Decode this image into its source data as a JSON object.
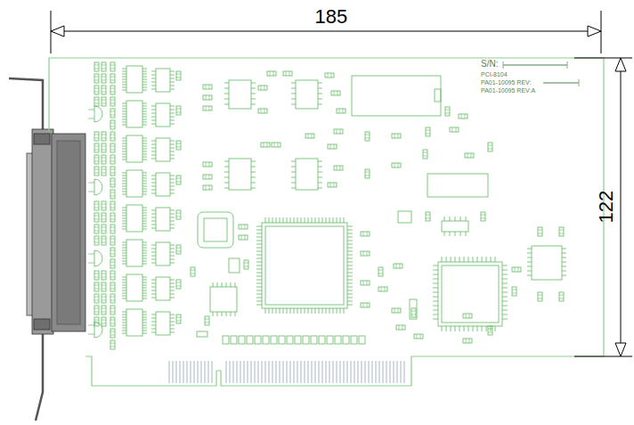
{
  "diagram": {
    "labels": [
      "185",
      "122",
      "S/N:",
      "PCI-8104",
      "PA01-10095 REV:",
      "PA01-10095 REV:A"
    ]
  }
}
